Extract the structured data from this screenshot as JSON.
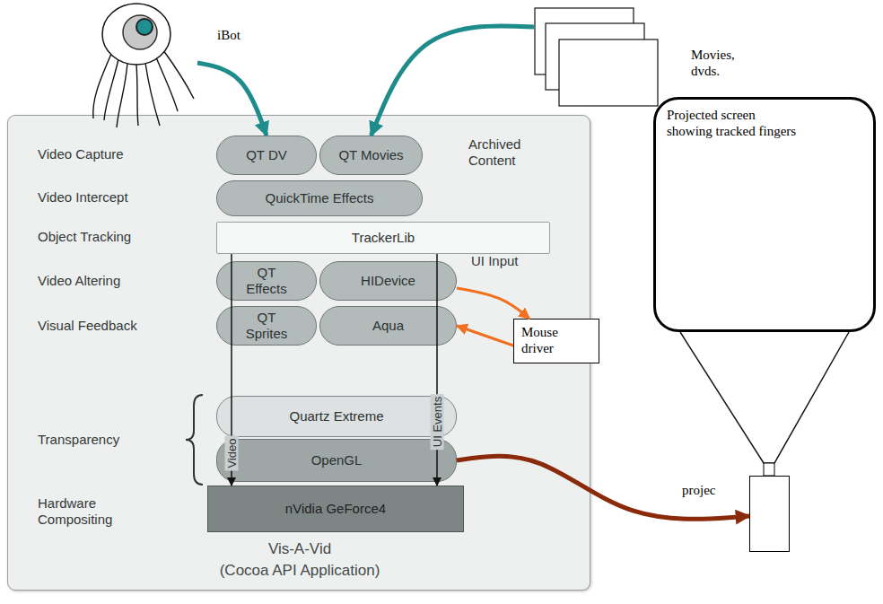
{
  "diagram": {
    "nodes": [
      {
        "text": [
          "iBot"
        ]
      },
      {
        "text": [
          "Movies, dvds."
        ]
      },
      {
        "text": [
          "Vis-A-Vid",
          "(Cocoa API Application)"
        ]
      },
      {
        "text": [
          "QT DV"
        ],
        "in": 2
      },
      {
        "text": [
          "QT Movies"
        ],
        "in": 2
      },
      {
        "text": [
          "QuickTime Effects"
        ],
        "in": 2
      },
      {
        "text": [
          "TrackerLib"
        ],
        "in": 2
      },
      {
        "text": [
          "QT Effects"
        ],
        "in": 2
      },
      {
        "text": [
          "HIDevice"
        ],
        "in": 2
      },
      {
        "text": [
          "QT Sprites"
        ],
        "in": 2
      },
      {
        "text": [
          "Aqua"
        ],
        "in": 2
      },
      {
        "text": [
          "Quartz Extreme"
        ],
        "in": 2
      },
      {
        "text": [
          "OpenGL"
        ],
        "in": 2
      },
      {
        "text": [
          "nVidia GeForce4"
        ],
        "in": 2
      },
      {
        "text": [
          "Projected screen showing tracked fingers"
        ]
      },
      {
        "text": [
          "Mouse driver"
        ]
      },
      {
        "text": [
          "projec"
        ]
      }
    ],
    "edges": [
      {
        "from": 0,
        "to": 3,
        "arrow": "to"
      },
      {
        "from": 1,
        "to": 4,
        "arrow": "to"
      },
      {
        "from": 6,
        "to": 13,
        "arrow": "to",
        "label": "Video"
      },
      {
        "from": 6,
        "to": 13,
        "arrow": "to",
        "label": "UI Events"
      },
      {
        "from": 8,
        "to": 15,
        "arrow": "to"
      },
      {
        "from": 15,
        "to": 10,
        "arrow": "to"
      },
      {
        "from": 12,
        "to": 16,
        "arrow": "to"
      },
      {
        "from": 14,
        "to": 16,
        "arrow": "none"
      }
    ],
    "labels": [
      "Video Capture",
      "Video Intercept",
      "Object Tracking",
      "Video Altering",
      "Visual Feedback",
      "Transparency",
      "Hardware Compositing",
      "Archived Content",
      "UI Input"
    ]
  }
}
